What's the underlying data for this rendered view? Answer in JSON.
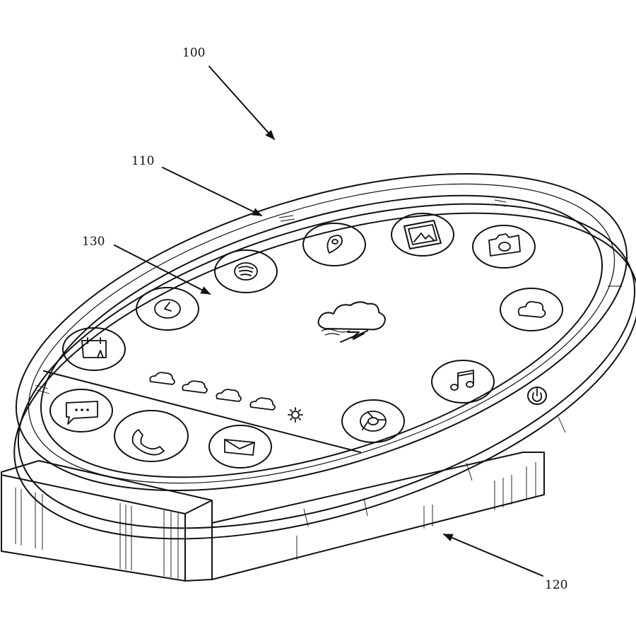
{
  "labels": {
    "device": "100",
    "display": "110",
    "base": "120",
    "icons": "130"
  },
  "icons": [
    "calendar-icon",
    "clock-icon",
    "spotify-icon",
    "location-pin-icon",
    "photos-icon",
    "camera-icon",
    "cloud-icon",
    "music-note-icon",
    "chrome-icon",
    "mail-icon",
    "phone-icon",
    "chat-icon"
  ],
  "weather": {
    "main": "storm-cloud-icon",
    "forecast": [
      "cloud-icon",
      "cloud-icon",
      "cloud-icon",
      "cloud-icon",
      "sun-icon"
    ]
  },
  "controls": {
    "power": "power-icon"
  }
}
